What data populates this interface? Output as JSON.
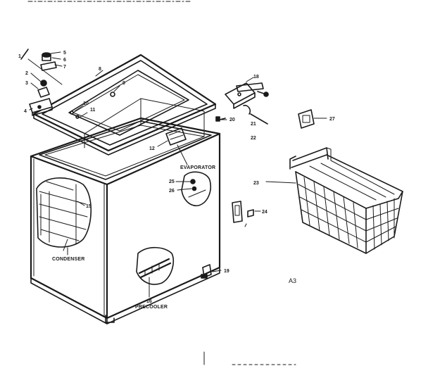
{
  "diagram": {
    "figure_code": "A3",
    "part_callouts": [
      "1",
      "2",
      "3",
      "4",
      "5",
      "6",
      "7",
      "8",
      "9",
      "10",
      "11",
      "12",
      "15",
      "16",
      "18",
      "19",
      "20",
      "21",
      "22",
      "23",
      "24",
      "25",
      "26",
      "27"
    ],
    "captions": {
      "condenser": "CONDENSER",
      "evaporator": "EVAPORATOR",
      "precooler": "PRECOOLER"
    }
  }
}
